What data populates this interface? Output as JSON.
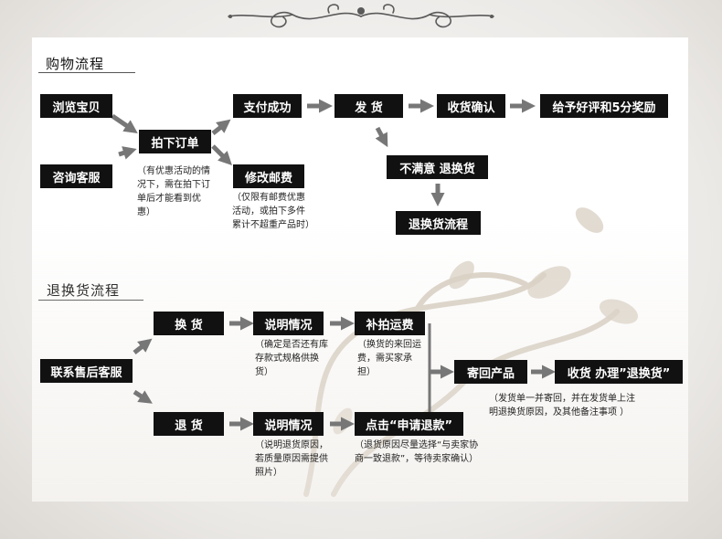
{
  "shopping": {
    "title": "购物流程",
    "browse": "浏览宝贝",
    "consult": "咨询客服",
    "order": "拍下订单",
    "order_note": "（有优惠活动的情况下，需在拍下订单后才能看到优惠）",
    "pay": "支付成功",
    "modify_postage": "修改邮费",
    "postage_note": "（仅限有邮费优惠活动，或拍下多件累计不超重产品时）",
    "ship": "发  货",
    "receive": "收货确认",
    "review": "给予好评和5分奖励",
    "unsatisfied": "不满意  退换货",
    "return_flow": "退换货流程"
  },
  "returns": {
    "title": "退换货流程",
    "contact": "联系售后客服",
    "exchange": "换  货",
    "explain1": "说明情况",
    "explain1_note": "（确定是否还有库存款式规格供换货）",
    "pay_shipping": "补拍运费",
    "shipping_note": "（换货的来回运费，需买家承担）",
    "refund": "退  货",
    "explain2": "说明情况",
    "explain2_note": "（说明退货原因，若质量原因需提供照片）",
    "apply_refund": "点击“申请退款”",
    "refund_note": "（退货原因尽量选择“与卖家协商一致退款”，等待卖家确认）",
    "send_back": "寄回产品",
    "final": "收货 办理”退换货”",
    "send_note": "（发货单一并寄回，并在发货单上注明退换货原因，及其他备注事项 ）"
  }
}
